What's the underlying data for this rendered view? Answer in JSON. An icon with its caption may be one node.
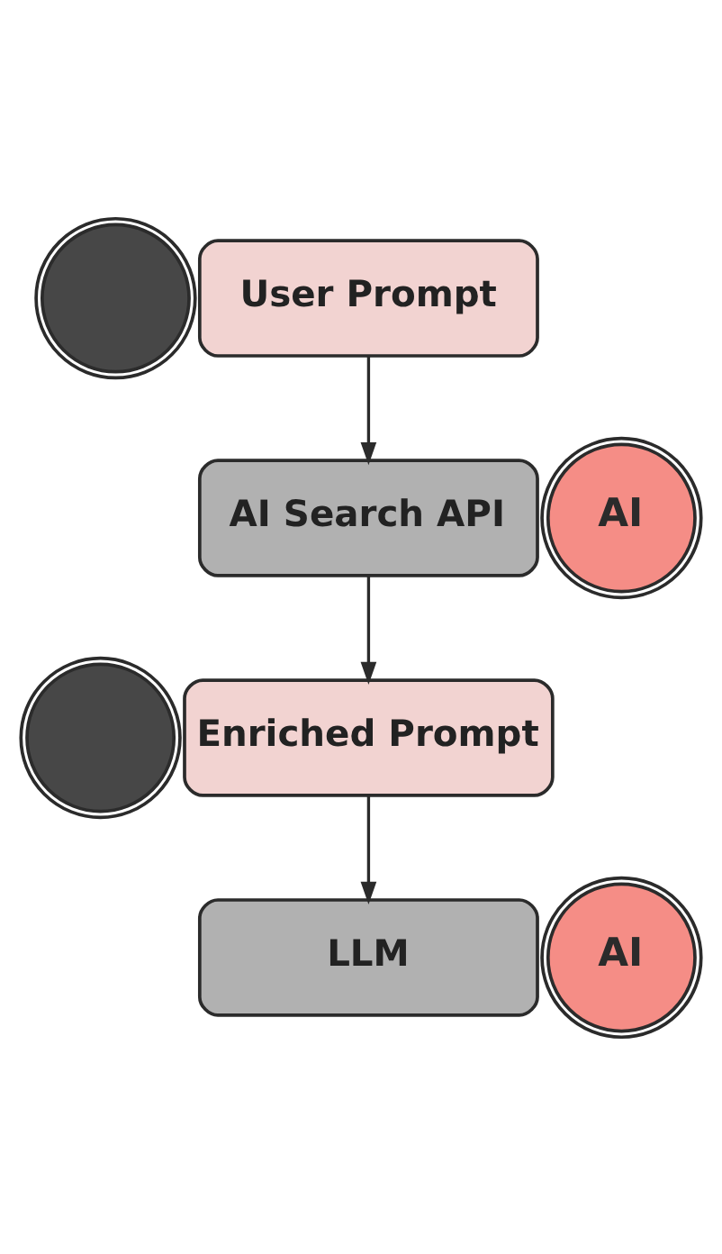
{
  "diagram": {
    "nodes": [
      {
        "text": [],
        "shape": "circle"
      },
      {
        "text": [
          "User Prompt"
        ]
      },
      {
        "text": [
          "AI Search API"
        ]
      },
      {
        "text": [
          "AI"
        ]
      },
      {
        "text": [],
        "shape": "circle"
      },
      {
        "text": [
          "Enriched Prompt"
        ]
      },
      {
        "text": [
          "LLM"
        ]
      },
      {
        "text": [
          "AI"
        ]
      }
    ],
    "edges": [
      {
        "from": 1,
        "to": 2,
        "arrow": "to"
      },
      {
        "from": 2,
        "to": 5,
        "arrow": "to"
      },
      {
        "from": 5,
        "to": 6,
        "arrow": "to"
      }
    ]
  }
}
